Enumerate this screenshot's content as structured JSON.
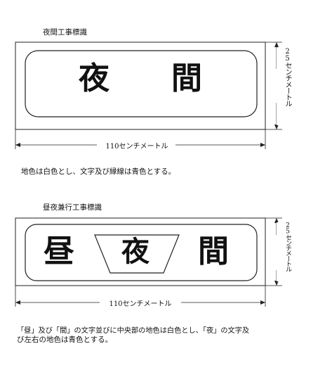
{
  "sign1": {
    "title": "夜間工事標識",
    "text_a": "夜",
    "text_b": "間",
    "height_label": "25センチメートル",
    "width_label": "110センチメートル",
    "note": "地色は白色とし、文字及び縁線は青色とする。"
  },
  "sign2": {
    "title": "昼夜兼行工事標識",
    "text_left": "昼",
    "text_center": "夜",
    "text_right": "間",
    "height_label": "25センチメートル",
    "width_label": "110センチメートル",
    "note_line1": "「昼」及び「間」の文字並びに中央部の地色は白色とし、「夜」の文字及",
    "note_line2": "び左右の地色は青色とする。"
  }
}
